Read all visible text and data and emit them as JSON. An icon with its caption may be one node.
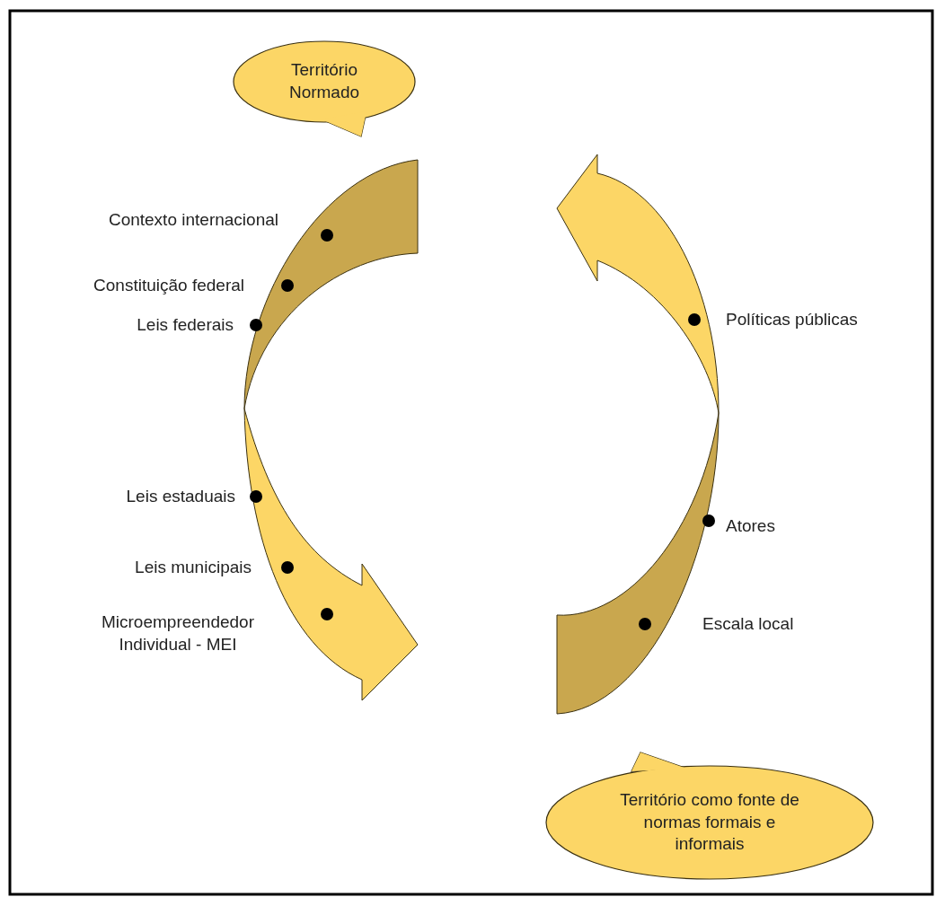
{
  "diagram": {
    "nodes": [
      {
        "text": [
          "Território Normado"
        ]
      },
      {
        "text": [
          "Território como fonte de normas formais e informais"
        ]
      }
    ],
    "labels": [
      "Contexto internacional",
      "Constituição federal",
      "Leis federais",
      "Leis estaduais",
      "Leis municipais",
      "Microempreendedor Individual - MEI",
      "Políticas públicas",
      "Atores",
      "Escala local"
    ]
  }
}
